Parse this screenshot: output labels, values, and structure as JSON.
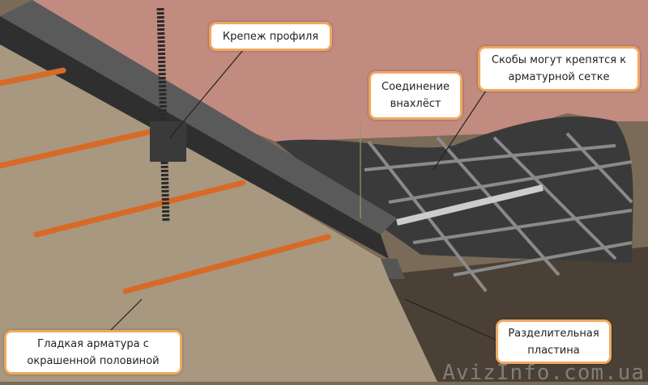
{
  "callouts": {
    "profile_fastener": "Крепеж профиля",
    "overlap_joint": [
      "Соединение",
      "внахлёст"
    ],
    "brackets": [
      "Скобы могут крепятся к",
      "арматурной сетке"
    ],
    "smooth_rebar": [
      "Гладкая арматура с",
      "окрашенной половиной"
    ],
    "separator_plate": [
      "Разделительная",
      "пластина"
    ]
  },
  "watermark": "AvizInfo.com.ua",
  "colors": {
    "concrete": "#c08a80",
    "ground": "#a89880",
    "rebar": "#d86a28",
    "callout_border": "#f0a860"
  }
}
